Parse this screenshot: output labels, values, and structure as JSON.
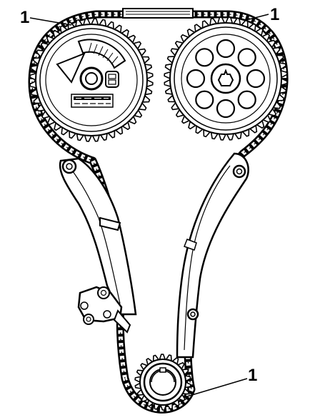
{
  "callouts": [
    {
      "id": "left-cam",
      "label": "1"
    },
    {
      "id": "right-cam",
      "label": "1"
    },
    {
      "id": "crank",
      "label": "1"
    }
  ],
  "colors": {
    "line": "#000000",
    "fill": "#ffffff"
  }
}
